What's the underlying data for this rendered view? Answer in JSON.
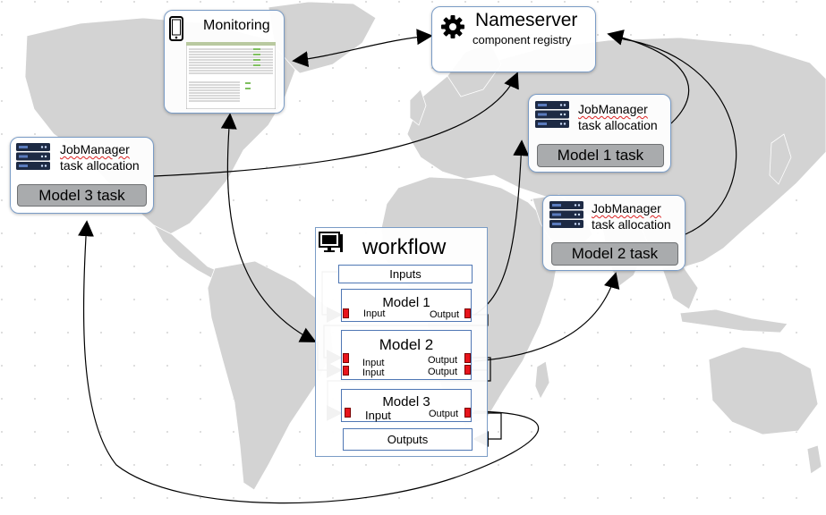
{
  "nameserver": {
    "title": "Nameserver",
    "subtitle": "component registry",
    "icon": "gear-icon"
  },
  "monitoring": {
    "title": "Monitoring",
    "icon": "tablet-icon"
  },
  "jobmanagers": [
    {
      "title": "JobManager",
      "subtitle": "task allocation",
      "task": "Model 3 task",
      "icon": "server-rack-icon"
    },
    {
      "title": "JobManager",
      "subtitle": "task allocation",
      "task": "Model 1 task",
      "icon": "server-rack-icon"
    },
    {
      "title": "JobManager",
      "subtitle": "task allocation",
      "task": "Model 2 task",
      "icon": "server-rack-icon"
    }
  ],
  "workflow": {
    "title": "workflow",
    "icon": "computer-icon",
    "inputs_label": "Inputs",
    "outputs_label": "Outputs",
    "models": [
      {
        "name": "Model 1",
        "inputs": [
          "Input"
        ],
        "outputs": [
          "Output"
        ]
      },
      {
        "name": "Model 2",
        "inputs": [
          "Input",
          "Input"
        ],
        "outputs": [
          "Output",
          "Output"
        ]
      },
      {
        "name": "Model 3",
        "inputs": [
          "Input"
        ],
        "outputs": [
          "Output"
        ]
      }
    ]
  },
  "colors": {
    "map_land": "#d3d3d3",
    "box_border": "#7a9cc6",
    "port": "#e8141c",
    "task_fill": "#a9abad"
  }
}
